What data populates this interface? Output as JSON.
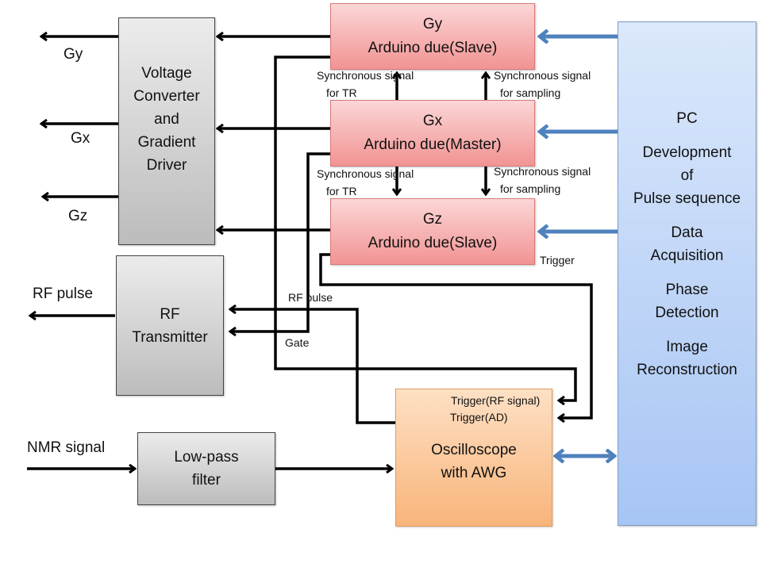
{
  "blocks": {
    "voltage_converter": [
      "Voltage",
      "Converter",
      "and",
      "Gradient",
      "Driver"
    ],
    "rf_transmitter": [
      "RF",
      "Transmitter"
    ],
    "low_pass_filter": [
      "Low-pass",
      "filter"
    ],
    "gy_arduino": [
      "Gy",
      "Arduino due(Slave)"
    ],
    "gx_arduino": [
      "Gx",
      "Arduino due(Master)"
    ],
    "gz_arduino": [
      "Gz",
      "Arduino due(Slave)"
    ],
    "oscilloscope": [
      "Oscilloscope",
      "with AWG"
    ],
    "pc": {
      "title": "PC",
      "groups": [
        [
          "Development",
          "of",
          "Pulse sequence"
        ],
        [
          "Data",
          "Acquisition"
        ],
        [
          "Phase",
          "Detection"
        ],
        [
          "Image",
          "Reconstruction"
        ]
      ]
    }
  },
  "outputs": {
    "gy": "Gy",
    "gx": "Gx",
    "gz": "Gz",
    "rf_pulse": "RF pulse",
    "nmr_signal": "NMR signal"
  },
  "signals": {
    "sync_tr": [
      "Synchronous signal",
      "for TR"
    ],
    "sync_sampling": [
      "Synchronous signal",
      "for sampling"
    ],
    "trigger": "Trigger",
    "rf_pulse": "RF pulse",
    "gate": "Gate",
    "trigger_rf": "Trigger(RF signal)",
    "trigger_ad": "Trigger(AD)"
  },
  "colors": {
    "wire": "#000000",
    "pc_link": "#4f81bd"
  }
}
